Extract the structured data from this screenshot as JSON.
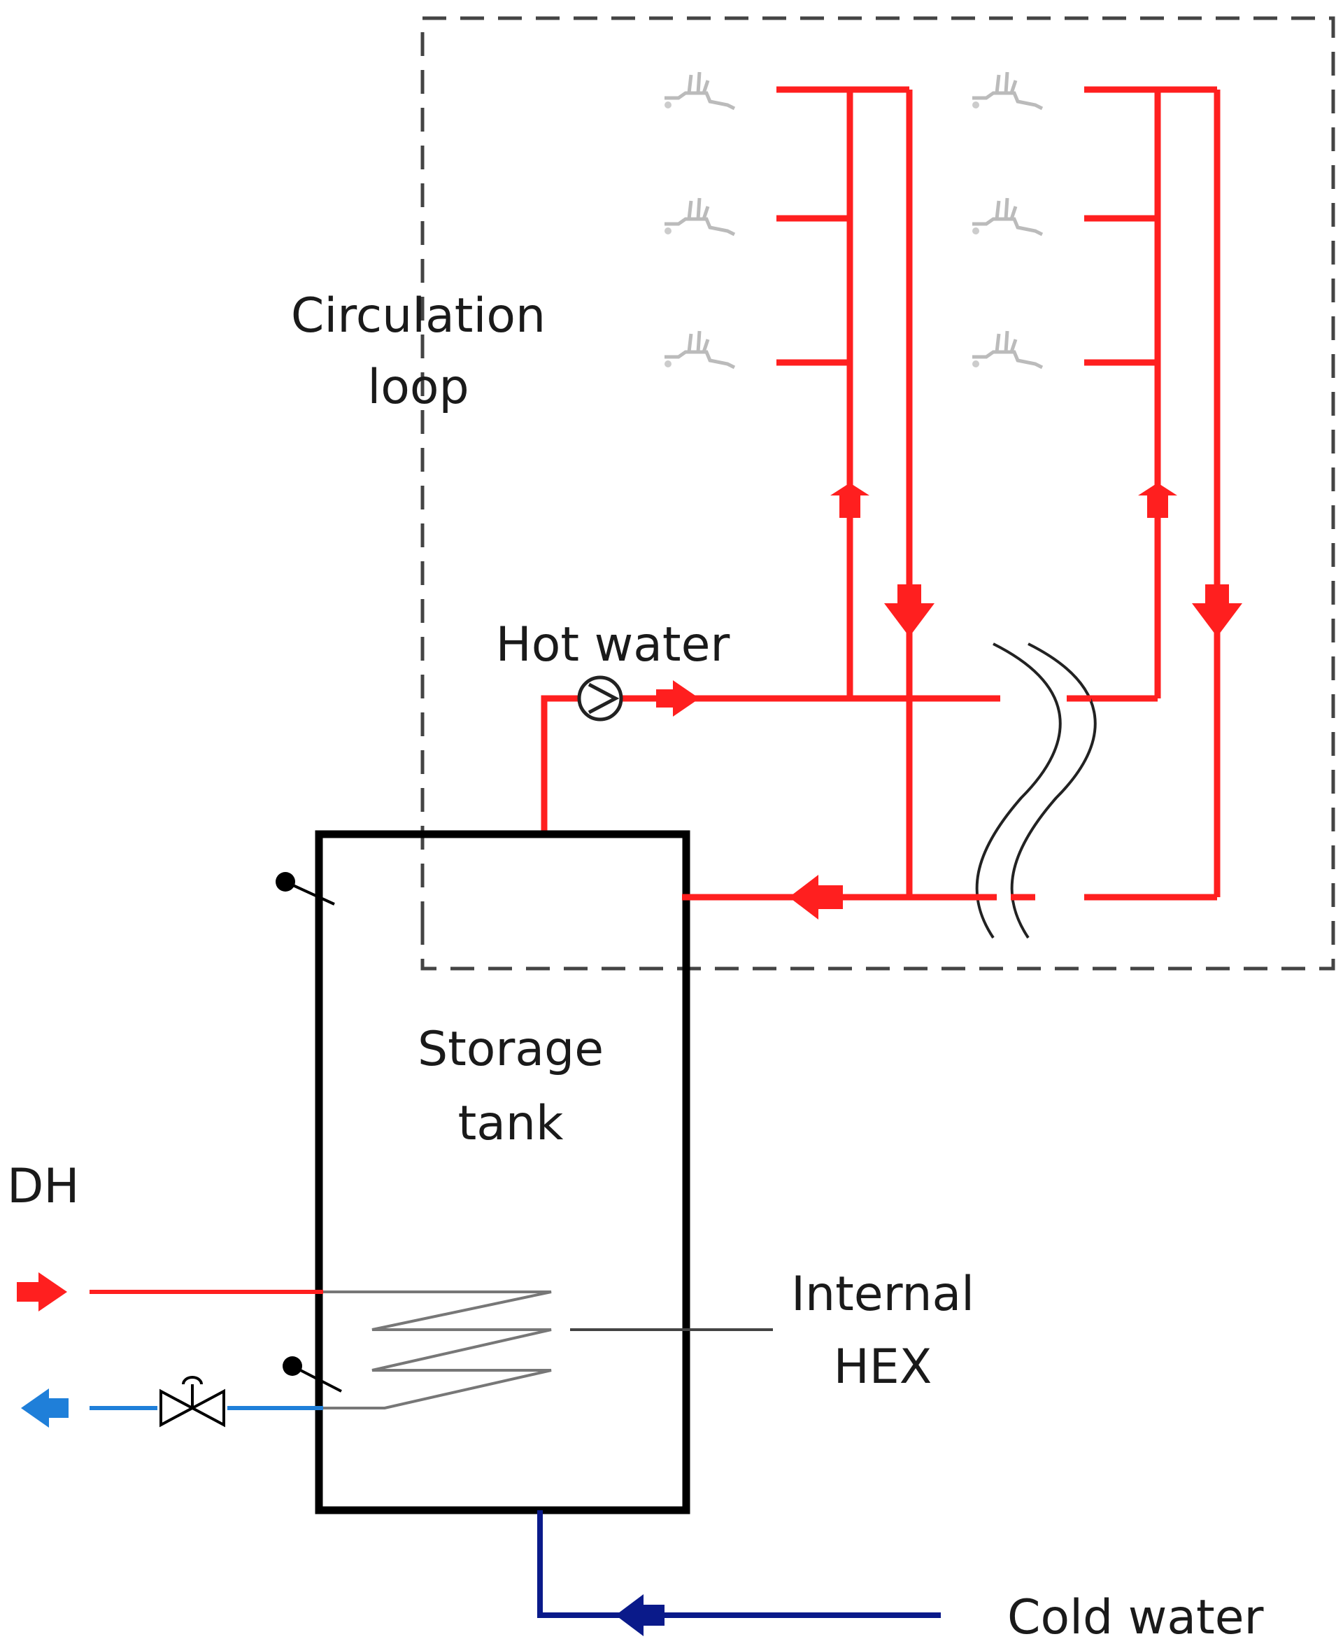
{
  "labels": {
    "circulation_line1": "Circulation",
    "circulation_line2": "loop",
    "hot_water": "Hot water",
    "storage_line1": "Storage",
    "storage_line2": "tank",
    "dh": "DH",
    "internal_line1": "Internal",
    "internal_line2": "HEX",
    "cold_water": "Cold water"
  },
  "colors": {
    "hot": "#ff1f1f",
    "dh_return": "#1f7fd9",
    "cold": "#0a1a8a",
    "tank": "#000000",
    "boundary": "#444444"
  },
  "icons": [
    "tap-icon",
    "pump-icon",
    "valve-icon",
    "sensor-icon",
    "flow-arrow-icon",
    "pipe-break-icon"
  ]
}
